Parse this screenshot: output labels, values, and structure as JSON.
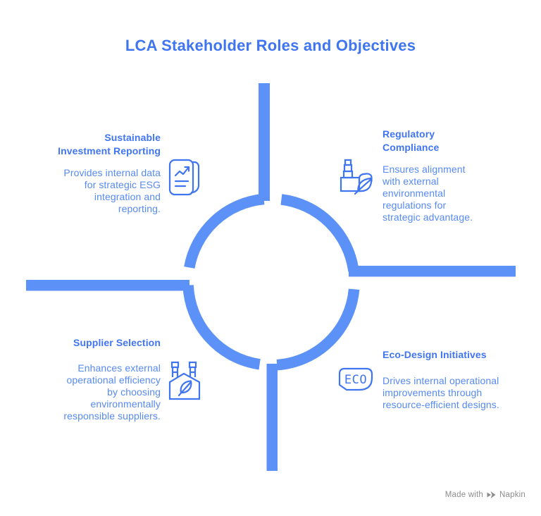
{
  "title": "LCA Stakeholder Roles and Objectives",
  "quadrants": [
    {
      "id": "top-left",
      "heading": "Sustainable\nInvestment Reporting",
      "description": "Provides internal data\nfor strategic ESG\nintegration and\nreporting.",
      "icon": "report-document-icon"
    },
    {
      "id": "top-right",
      "heading": "Regulatory\nCompliance",
      "description": "Ensures alignment\nwith external\nenvironmental\nregulations for\nstrategic advantage.",
      "icon": "factory-leaf-icon"
    },
    {
      "id": "bottom-left",
      "heading": "Supplier Selection",
      "description": "Enhances external\noperational efficiency\nby choosing\nenvironmentally\nresponsible suppliers.",
      "icon": "eco-factory-icon"
    },
    {
      "id": "bottom-right",
      "heading": "Eco-Design Initiatives",
      "description": "Drives internal operational\nimprovements through\nresource-efficient designs.",
      "icon": "eco-badge-icon",
      "icon_text": "ECO"
    }
  ],
  "footer": {
    "made_with": "Made with",
    "brand": "Napkin",
    "logo": "napkin-logo-icon"
  },
  "colors": {
    "accent_blue": "#4075F2",
    "body_blue": "#568AF4",
    "shape_blue": "#5C92F8",
    "footer_gray": "#8C8C8C"
  }
}
